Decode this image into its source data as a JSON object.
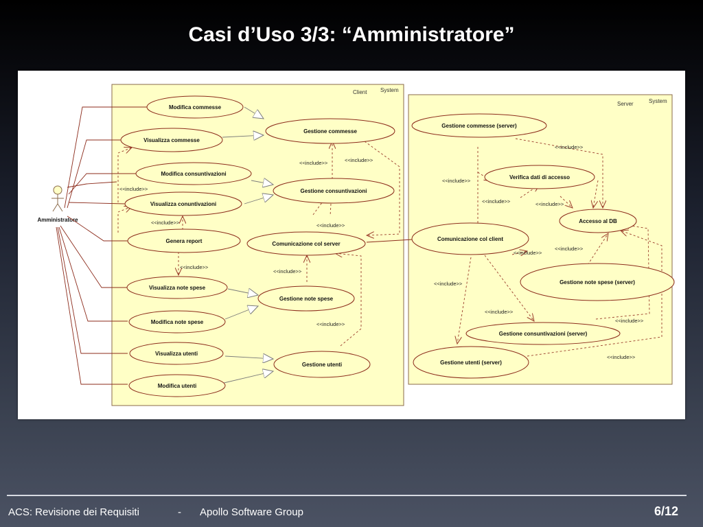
{
  "slide": {
    "title": "Casi d’Uso 3/3: “Amministratore”"
  },
  "diagram": {
    "actor": "Amministratore",
    "client_system": {
      "name": "Client",
      "stereotype": "System"
    },
    "server_system": {
      "name": "Server",
      "stereotype": "System"
    },
    "client_use_cases": {
      "modifica_commesse": "Modifica commesse",
      "visualizza_commesse": "Visualizza commesse",
      "modifica_consuntivazioni": "Modifica consuntivazioni",
      "visualizza_conuntivazioni": "Visualizza conuntivazioni",
      "genera_report": "Genera report",
      "visualizza_note_spese": "Visualizza note spese",
      "modifica_note_spese": "Modifica note spese",
      "visualizza_utenti": "Visualizza utenti",
      "modifica_utenti": "Modifica utenti",
      "gestione_commesse": "Gestione commesse",
      "gestione_consuntivazioni": "Gestione consuntivazioni",
      "comunicazione_col_server": "Comunicazione col server",
      "gestione_note_spese": "Gestione note spese",
      "gestione_utenti": "Gestione utenti"
    },
    "server_use_cases": {
      "gestione_commesse_server": "Gestione commesse (server)",
      "verifica_dati_accesso": "Verifica dati di accesso",
      "accesso_db": "Accesso al DB",
      "comunicazione_col_client": "Comunicazione col client",
      "gestione_note_spese_server": "Gestione note spese (server)",
      "gestione_consuntivazioni_server": "Gestione consuntivazioni (server)",
      "gestione_utenti_server": "Gestione utenti (server)"
    },
    "include_label": "<<include>>",
    "colors": {
      "system_fill": "#ffffc6",
      "system_border": "#8a6a4a",
      "line_color": "#8b2a1a",
      "dashed_color": "#9a3b2a"
    }
  },
  "footer": {
    "left_text": "ACS: Revisione dei Requisiti",
    "separator": "-",
    "group_text": "Apollo Software Group",
    "page_number": "6/12"
  }
}
